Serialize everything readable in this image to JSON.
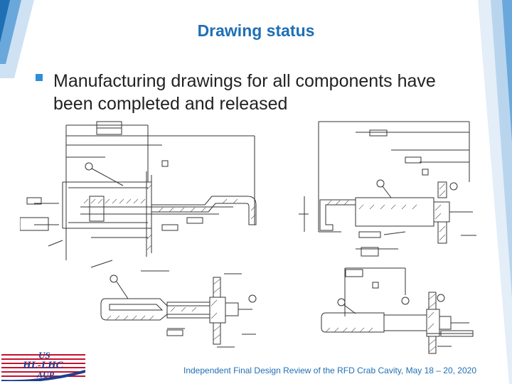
{
  "slide": {
    "title": "Drawing status",
    "bullet": "Manufacturing drawings for all components have been completed and released",
    "footer": "Independent Final Design Review of the RFD Crab Cavity, May 18 – 20, 2020",
    "logo": {
      "line1": "US",
      "line2": "HL-LHC",
      "line3": "AUP"
    }
  },
  "colors": {
    "title": "#1f6fb4",
    "bullet": "#2e8fd6",
    "logo_red": "#c8102e",
    "logo_blue": "#1d3f8f",
    "accent_bar": "#3b8fd0"
  },
  "icons": {
    "bullet": "square-bullet-icon"
  }
}
